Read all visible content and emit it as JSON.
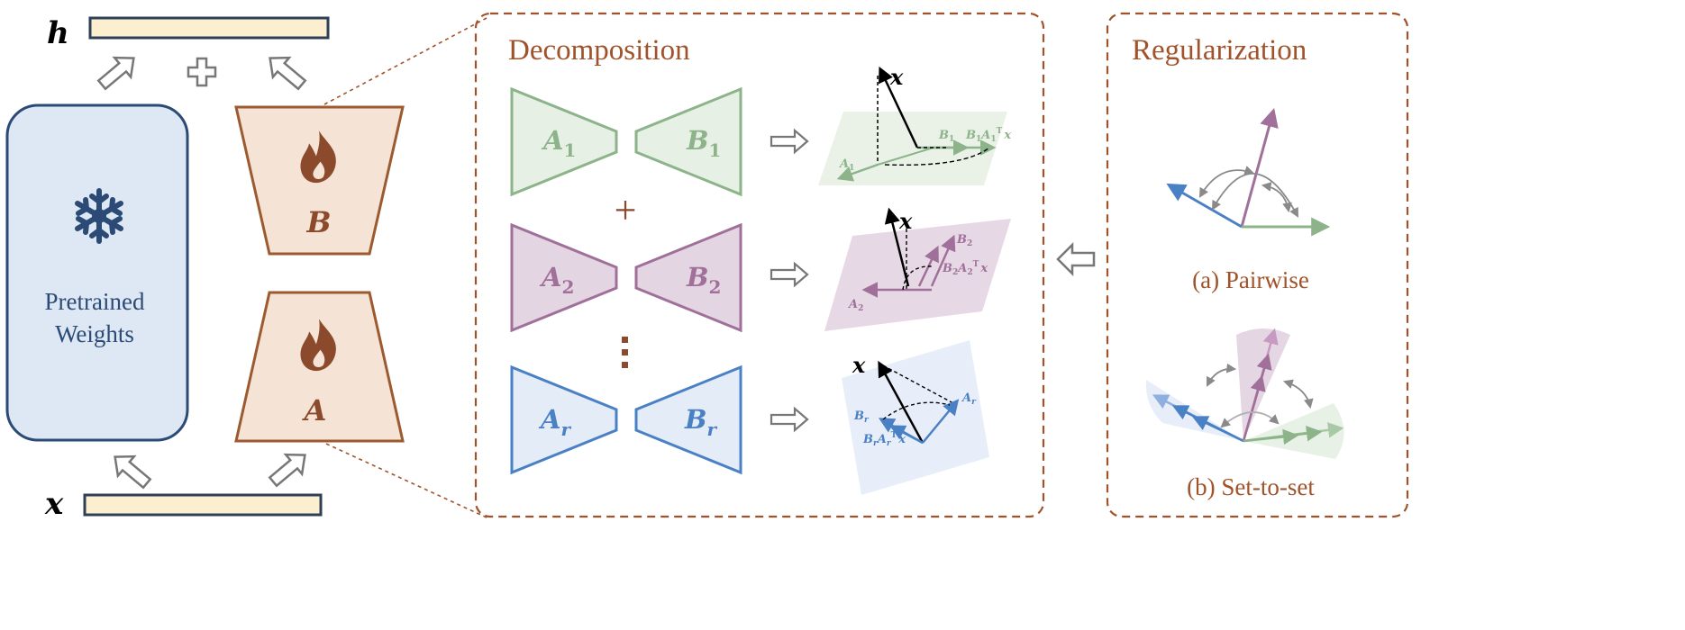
{
  "colors": {
    "brown": "#a0532a",
    "brown_dark": "#8b4a2b",
    "lora_fill": "#f5e3d5",
    "lora_stroke": "#9c5a30",
    "pretrained_fill": "#dee8f4",
    "pretrained_stroke": "#2b4a75",
    "vector_fill": "#fbefcf",
    "vector_stroke": "#2f3f55",
    "green": "#8cb38a",
    "green_fill": "#e6f0e4",
    "purple": "#a0709a",
    "purple_fill": "#e3d5e2",
    "blue": "#4a80c4",
    "blue_fill": "#e4ecf8",
    "arrow_gray": "#888888"
  },
  "left": {
    "h_label": "h",
    "x_label": "x",
    "plus_symbol": "+",
    "pretrained_line1": "Pretrained",
    "pretrained_line2": "Weights",
    "snowflake_icon": "snowflake-icon",
    "fire_icon": "fire-icon",
    "b_label": "B",
    "a_label": "A"
  },
  "decomposition": {
    "title": "Decomposition",
    "plus": "+",
    "dots": "⋮",
    "rows": [
      {
        "a_base": "A",
        "a_sub": "1",
        "b_base": "B",
        "b_sub": "1",
        "x_label": "x",
        "b_proj": "B",
        "b_proj_sub": "1",
        "proj_label": "B",
        "proj_label_sub": "1",
        "proj_a": "A",
        "proj_a_sub": "1",
        "proj_sup": "T",
        "proj_x": "x",
        "a_vec": "A",
        "a_vec_sub": "1"
      },
      {
        "a_base": "A",
        "a_sub": "2",
        "b_base": "B",
        "b_sub": "2",
        "x_label": "x",
        "b_proj": "B",
        "b_proj_sub": "2",
        "proj_label": "B",
        "proj_label_sub": "2",
        "proj_a": "A",
        "proj_a_sub": "2",
        "proj_sup": "T",
        "proj_x": "x",
        "a_vec": "A",
        "a_vec_sub": "2"
      },
      {
        "a_base": "A",
        "a_sub": "r",
        "b_base": "B",
        "b_sub": "r",
        "x_label": "x",
        "b_proj": "B",
        "b_proj_sub": "r",
        "proj_label": "B",
        "proj_label_sub": "r",
        "proj_a": "A",
        "proj_a_sub": "r",
        "proj_sup": "T",
        "proj_x": "x",
        "a_vec": "A",
        "a_vec_sub": "r"
      }
    ]
  },
  "regularization": {
    "title": "Regularization",
    "pairwise_label": "(a) Pairwise",
    "set_label": "(b) Set-to-set"
  }
}
